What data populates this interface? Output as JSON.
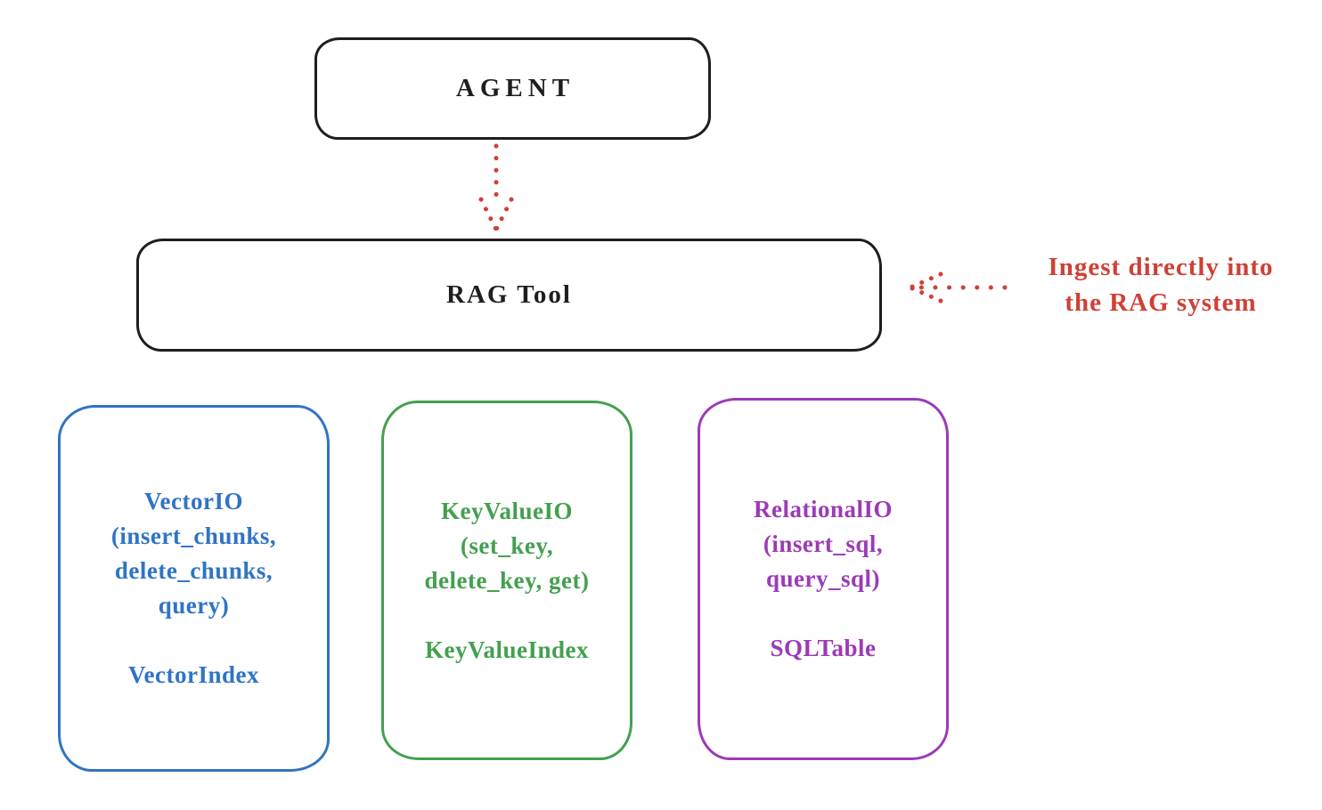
{
  "colors": {
    "stroke_black": "#1e1e1e",
    "red": "#cf4036",
    "blue": "#2f74c5",
    "green": "#43a04f",
    "purple": "#9c3ab8",
    "background": "#ffffff"
  },
  "diagram": {
    "agent_box": {
      "label": "AGENT"
    },
    "rag_box": {
      "label": "RAG Tool"
    },
    "annotation": {
      "line1": "Ingest directly into",
      "line2": "the RAG system"
    },
    "arrows": [
      {
        "name": "agent-to-rag",
        "style": "dotted",
        "color": "#cf4036",
        "direction": "down"
      },
      {
        "name": "annotation-to-rag",
        "style": "dotted",
        "color": "#cf4036",
        "direction": "left"
      }
    ],
    "backends": [
      {
        "id": "vector",
        "color": "#2f74c5",
        "lines": [
          "VectorIO",
          "(insert_chunks,",
          "delete_chunks,",
          "query)"
        ],
        "index_label": "VectorIndex"
      },
      {
        "id": "keyvalue",
        "color": "#43a04f",
        "lines": [
          "KeyValueIO",
          "(set_key,",
          "delete_key, get)"
        ],
        "index_label": "KeyValueIndex"
      },
      {
        "id": "relational",
        "color": "#9c3ab8",
        "lines": [
          "RelationalIO",
          "(insert_sql,",
          "query_sql)"
        ],
        "index_label": "SQLTable"
      }
    ]
  }
}
